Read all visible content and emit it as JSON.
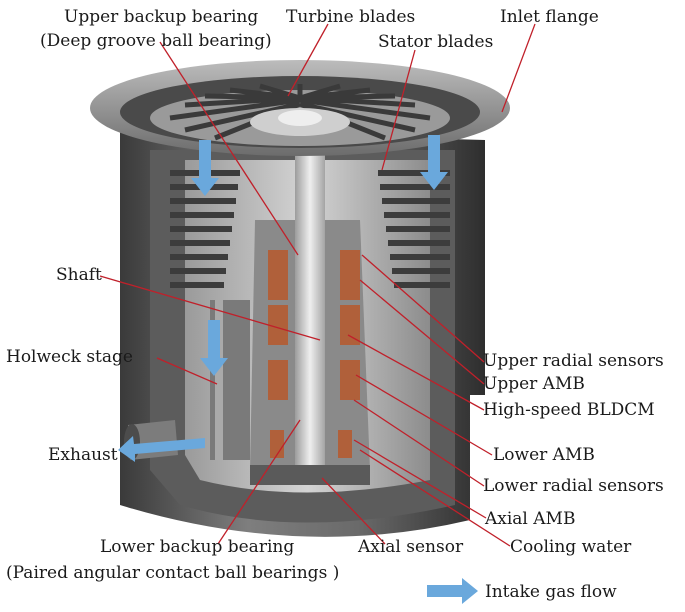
{
  "labels": {
    "upper_backup_bearing": "Upper backup bearing",
    "upper_backup_bearing_type": "(Deep groove ball bearing)",
    "turbine_blades": "Turbine blades",
    "inlet_flange": "Inlet flange",
    "stator_blades": "Stator blades",
    "shaft": "Shaft",
    "holweck_stage": "Holweck stage",
    "exhaust": "Exhaust",
    "upper_radial_sensors": "Upper radial sensors",
    "upper_amb": "Upper AMB",
    "high_speed_bldcm": "High-speed BLDCM",
    "lower_amb": "Lower AMB",
    "lower_radial_sensors": "Lower radial sensors",
    "axial_amb": "Axial AMB",
    "cooling_water": "Cooling water",
    "lower_backup_bearing": "Lower backup bearing",
    "lower_backup_bearing_type": "(Paired angular contact ball bearings )",
    "axial_sensor": "Axial sensor"
  },
  "legend": {
    "intake_gas_flow": "Intake gas flow"
  },
  "colors": {
    "leader_line": "#c0202a",
    "flow_arrow": "#6aa8dc",
    "housing_dark": "#4a4a4a",
    "housing_mid": "#8a8a8a",
    "housing_light": "#bdbdbd",
    "coil": "#b0603a"
  }
}
